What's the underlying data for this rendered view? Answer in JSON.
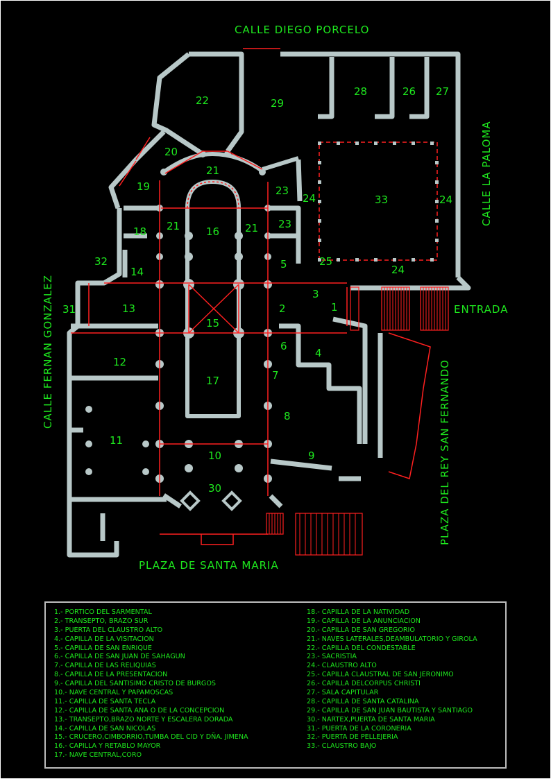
{
  "streets": {
    "north": "CALLE DIEGO PORCELO",
    "east": "CALLE LA PALOMA",
    "west": "CALLE FERNAN GONZALEZ",
    "southeast": "PLAZA DEL REY SAN FERNANDO",
    "south": "PLAZA DE SANTA MARIA",
    "entrance": "ENTRADA"
  },
  "colors": {
    "label": "#1ee81e",
    "wall": "#b8c8c8",
    "route": "#ff2020",
    "legend_border": "#bdbdbd"
  },
  "legend": {
    "left": [
      "1.- PORTICO DEL SARMENTAL",
      "2.- TRANSEPTO, BRAZO SUR",
      "3.- PUERTA DEL CLAUSTRO ALTO",
      "4.- CAPILLA DE LA VISITACION",
      "5.- CAPILLA DE SAN ENRIQUE",
      "6.- CAPILLA DE SAN JUAN DE SAHAGUN",
      "7.- CAPILLA DE LAS RELIQUIAS",
      "8.- CAPILLA DE LA PRESENTACION",
      "9.- CAPILLA DEL SANTISIMO CRISTO DE BURGOS",
      "10.- NAVE CENTRAL Y PAPAMOSCAS",
      "11.- CAPILLA DE SANTA TECLA",
      "12.- CAPILLA DE SANTA ANA O DE LA CONCEPCION",
      "13.- TRANSEPTO,BRAZO NORTE Y ESCALERA DORADA",
      "14.- CAPILLA DE SAN NICOLAS",
      "15.- CRUCERO,CIMBORRIO,TUMBA DEL CID Y DÑA. JIMENA",
      "16.- CAPILLA Y RETABLO MAYOR",
      "17.- NAVE CENTRAL,CORO"
    ],
    "right": [
      "18.- CAPILLA DE LA NATIVIDAD",
      "19.- CAPILLA DE LA ANUNCIACION",
      "20.- CAPILLA DE SAN GREGORIO",
      "21.- NAVES LATERALES,DEAMBULATORIO Y GIROLA",
      "22.- CAPILLA DEL CONDESTABLE",
      "23.- SACRISTIA",
      "24.- CLAUSTRO ALTO",
      "25.- CAPILLA CLAUSTRAL DE SAN JERONIMO",
      "26.- CAPILLA DELCORPUS CHRISTI",
      "27.- SALA CAPITULAR",
      "28.- CAPILLA DE SANTA CATALINA",
      "29.- CAPILLA DE SAN JUAN BAUTISTA Y SANTIAGO",
      "30.- NARTEX,PUERTA DE SANTA MARIA",
      "31.- PUERTA DE LA CORONERIA",
      "32.- PUERTA DE PELLEJERIA",
      "33.- CLAUSTRO BAJO"
    ]
  },
  "room_numbers": [
    "1",
    "2",
    "3",
    "4",
    "5",
    "6",
    "7",
    "8",
    "9",
    "10",
    "11",
    "12",
    "13",
    "14",
    "15",
    "16",
    "17",
    "18",
    "19",
    "20",
    "21",
    "22",
    "23",
    "24",
    "25",
    "26",
    "27",
    "28",
    "29",
    "30",
    "31",
    "32",
    "33"
  ]
}
